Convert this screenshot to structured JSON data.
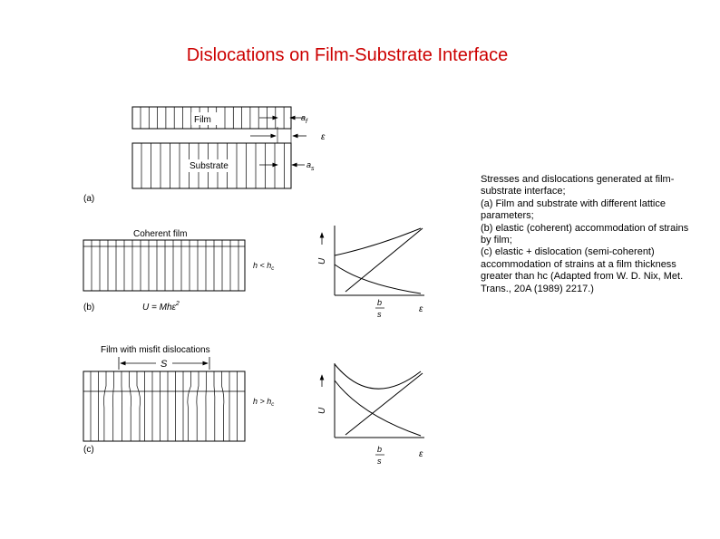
{
  "slide": {
    "title": "Dislocations on Film-Substrate Interface"
  },
  "figure": {
    "panel_a": {
      "label": "(a)",
      "film_label": "Film",
      "substrate_label": "Substrate",
      "af_symbol": "a",
      "af_sub": "f",
      "epsilon_symbol": "ε",
      "as_symbol": "a",
      "as_sub": "s"
    },
    "panel_b": {
      "label": "(b)",
      "title": "Coherent film",
      "condition": "h < hc",
      "equation": "U = Mhε",
      "equation_power": "2",
      "y_axis": "U",
      "x_axis": "ε",
      "b_over_s_num": "b",
      "b_over_s_den": "s"
    },
    "panel_c": {
      "label": "(c)",
      "title": "Film with misfit dislocations",
      "spacing_symbol": "S",
      "condition": "h > hc",
      "y_axis": "U",
      "x_axis": "ε",
      "b_over_s_num": "b",
      "b_over_s_den": "s"
    }
  },
  "caption": {
    "line1": "Stresses and dislocations generated at film-substrate interface;",
    "line2": "(a) Film and substrate with different lattice parameters;",
    "line3": "(b) elastic (coherent) accommodation of strains by film;",
    "line4": "(c) elastic + dislocation (semi-coherent) accommodation of strains at a film thickness greater than hc (Adapted from W. D. Nix, Met. Trans., 20A (1989) 2217.)"
  }
}
